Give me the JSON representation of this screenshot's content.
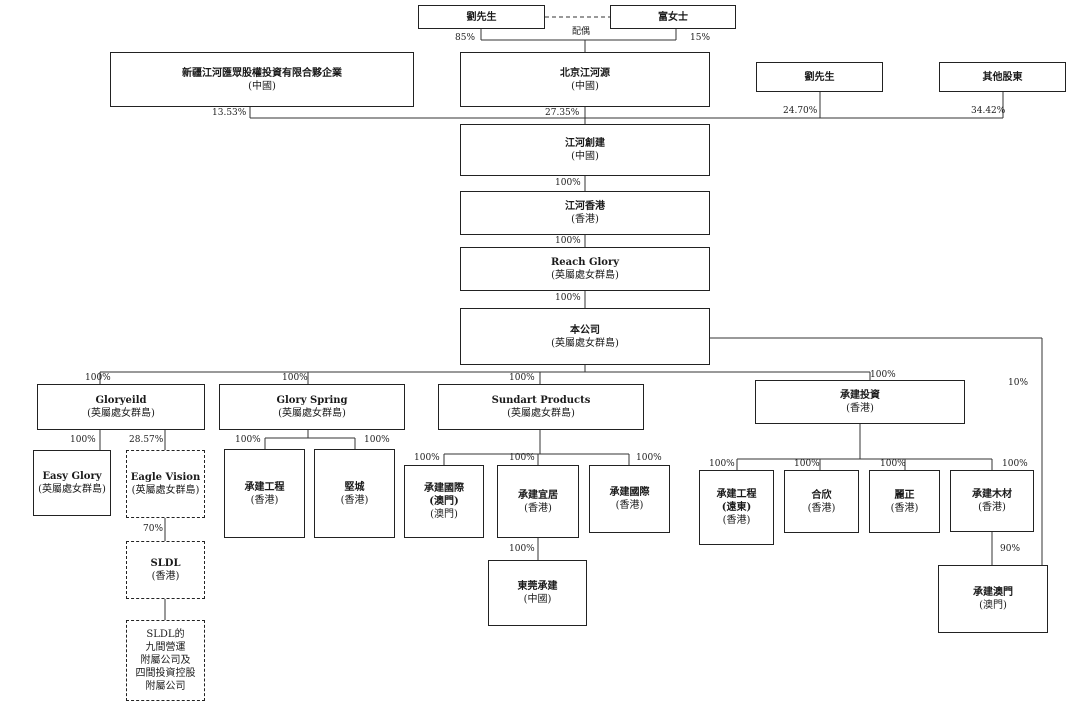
{
  "boxes": {
    "liu_top": {
      "name": "劉先生"
    },
    "fu": {
      "name": "富女士"
    },
    "xinjiang": {
      "name": "新疆江河匯眾股權投資有限合夥企業",
      "sub": "(中國)"
    },
    "beijing": {
      "name": "北京江河源",
      "sub": "(中國)"
    },
    "liu2": {
      "name": "劉先生"
    },
    "others": {
      "name": "其他股東"
    },
    "jianghe_cj": {
      "name": "江河創建",
      "sub": "(中國)"
    },
    "jianghe_hk": {
      "name": "江河香港",
      "sub": "(香港)"
    },
    "reach": {
      "name": "Reach Glory",
      "sub": "(英屬處女群島)"
    },
    "company": {
      "name": "本公司",
      "sub": "(英屬處女群島)"
    },
    "gloryeild": {
      "name": "Gloryeild",
      "sub": "(英屬處女群島)"
    },
    "glory_spring": {
      "name": "Glory Spring",
      "sub": "(英屬處女群島)"
    },
    "sundart_products": {
      "name": "Sundart Products",
      "sub": "(英屬處女群島)"
    },
    "cj_invest": {
      "name": "承建投資",
      "sub": "(香港)"
    },
    "easy_glory": {
      "name": "Easy Glory",
      "sub": "(英屬處女群島)"
    },
    "eagle_vision": {
      "name": "Eagle Vision",
      "sub": "(英屬處女群島)"
    },
    "sldl": {
      "name": "SLDL",
      "sub": "(香港)"
    },
    "sldl_subs": {
      "lines": [
        "SLDL的",
        "九間營運",
        "附屬公司及",
        "四間投資控股",
        "附屬公司"
      ]
    },
    "cj_eng_hk": {
      "name": "承建工程",
      "sub": "(香港)"
    },
    "jiancheng": {
      "name": "堅城",
      "sub": "(香港)"
    },
    "cj_intl_macau": {
      "name": "承建國際",
      "name2": "(澳門)",
      "sub": "(澳門)"
    },
    "cj_yiju": {
      "name": "承建宜居",
      "sub": "(香港)"
    },
    "cj_intl_hk": {
      "name": "承建國際",
      "sub": "(香港)"
    },
    "dongguan": {
      "name": "東莞承建",
      "sub": "(中國)"
    },
    "cj_eng_fe": {
      "name": "承建工程",
      "name2": "(遠東)",
      "sub": "(香港)"
    },
    "hexin": {
      "name": "合欣",
      "sub": "(香港)"
    },
    "lizheng": {
      "name": "麗正",
      "sub": "(香港)"
    },
    "cj_timber": {
      "name": "承建木材",
      "sub": "(香港)"
    },
    "cj_macau": {
      "name": "承建澳門",
      "sub": "(澳門)"
    }
  },
  "labels": {
    "spouse": "配偶",
    "p85": "85%",
    "p15": "15%",
    "p1353": "13.53%",
    "p2735": "27.35%",
    "p2470": "24.70%",
    "p3442": "34.42%",
    "p100_a": "100%",
    "p100_b": "100%",
    "p100_c": "100%",
    "p100_glory": "100%",
    "p100_spring": "100%",
    "p100_sundart": "100%",
    "p100_cjinv": "100%",
    "p10": "10%",
    "p100_easy": "100%",
    "p2857": "28.57%",
    "p70": "70%",
    "p100_cjeng": "100%",
    "p100_jc": "100%",
    "p100_macau": "100%",
    "p100_yiju": "100%",
    "p100_intlhk": "100%",
    "p100_dg": "100%",
    "p100_fe": "100%",
    "p100_hexin": "100%",
    "p100_lz": "100%",
    "p100_timber": "100%",
    "p90": "90%"
  }
}
